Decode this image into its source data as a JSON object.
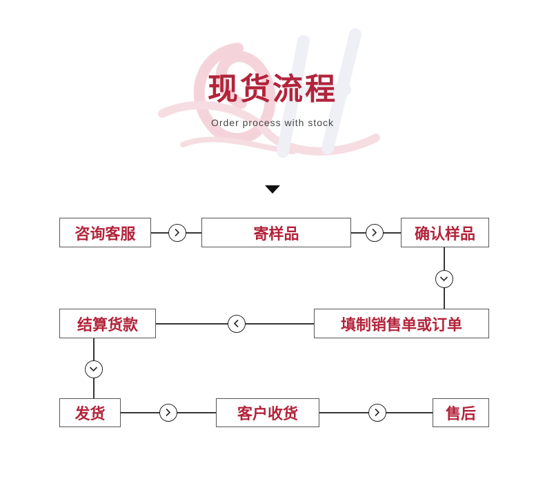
{
  "header": {
    "title": "现货流程",
    "subtitle": "Order process with stock",
    "watermark_icon": "script-monogram-watermark-icon",
    "marker_icon": "triangle-down-icon"
  },
  "flow": {
    "steps": [
      {
        "id": "consult",
        "label": "咨询客服"
      },
      {
        "id": "send-sample",
        "label": "寄样品"
      },
      {
        "id": "confirm-sample",
        "label": "确认样品"
      },
      {
        "id": "fill-order",
        "label": "填制销售单或订单"
      },
      {
        "id": "settle-payment",
        "label": "结算货款"
      },
      {
        "id": "ship",
        "label": "发货"
      },
      {
        "id": "customer-receive",
        "label": "客户收货"
      },
      {
        "id": "after-sales",
        "label": "售后"
      }
    ],
    "connector_icons": {
      "right": "chevron-right-circle-icon",
      "left": "chevron-left-circle-icon",
      "down": "chevron-down-circle-icon"
    }
  },
  "colors": {
    "accent": "#b2233a",
    "border": "#555555",
    "watermark": "#f4d4da"
  }
}
